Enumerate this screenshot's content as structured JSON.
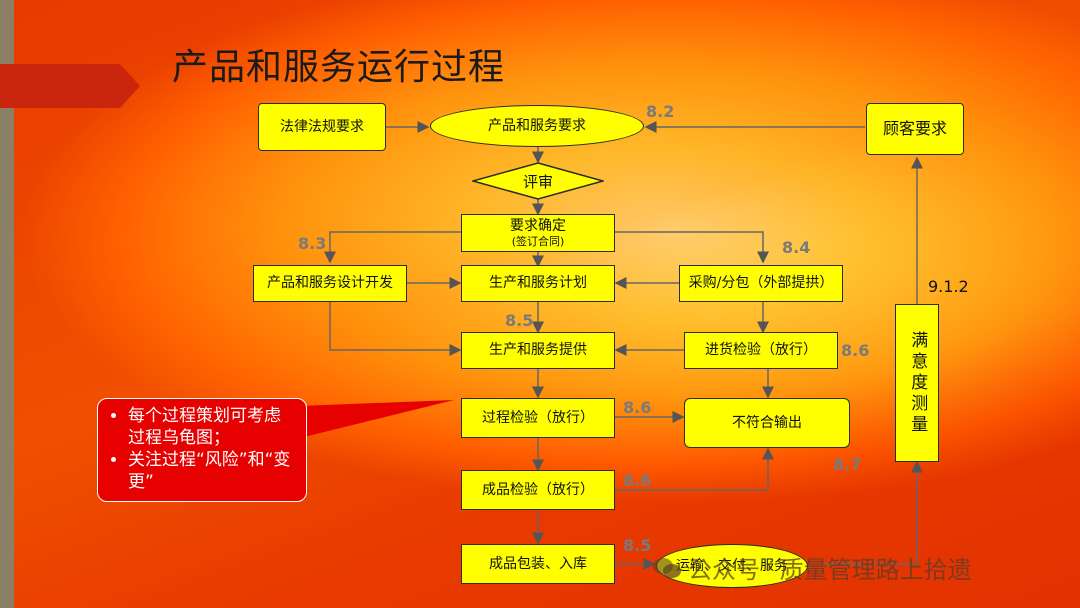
{
  "title": "产品和服务运行过程",
  "boxes": {
    "legal": "法律法规要求",
    "product_req": "产品和服务要求",
    "customer": "顾客要求",
    "review": "评审",
    "req_determine": "要求确定",
    "req_sub": "(签订合同)",
    "design": "产品和服务设计开发",
    "plan": "生产和服务计划",
    "purchase": "采购/分包（外部提拱）",
    "provide": "生产和服务提供",
    "incoming": "进货检验（放行）",
    "process_insp": "过程检验（放行）",
    "nonconform": "不符合输出",
    "final_insp": "成品检验（放行）",
    "packing": "成品包装、入库",
    "delivery": "运输、交付、服务",
    "satisfaction": "满意度测量"
  },
  "labels": {
    "n82": "8.2",
    "n83": "8.3",
    "n84": "8.4",
    "n85a": "8.5",
    "n86a": "8.6",
    "n86b": "8.6",
    "n86c": "8.6",
    "n87": "8.7",
    "n85b": "8.5",
    "n912": "9.1.2"
  },
  "callout": {
    "item1": "每个过程策划可考虑过程乌龟图；",
    "item2": "关注过程“风险”和“变更”"
  },
  "watermark": {
    "prefix": "公众号",
    "dot": "·",
    "name": "质量管理路上拾遗"
  },
  "colors": {
    "box_fill": "#ffff00",
    "callout_fill": "#e60000",
    "tab": "#c9260d"
  }
}
